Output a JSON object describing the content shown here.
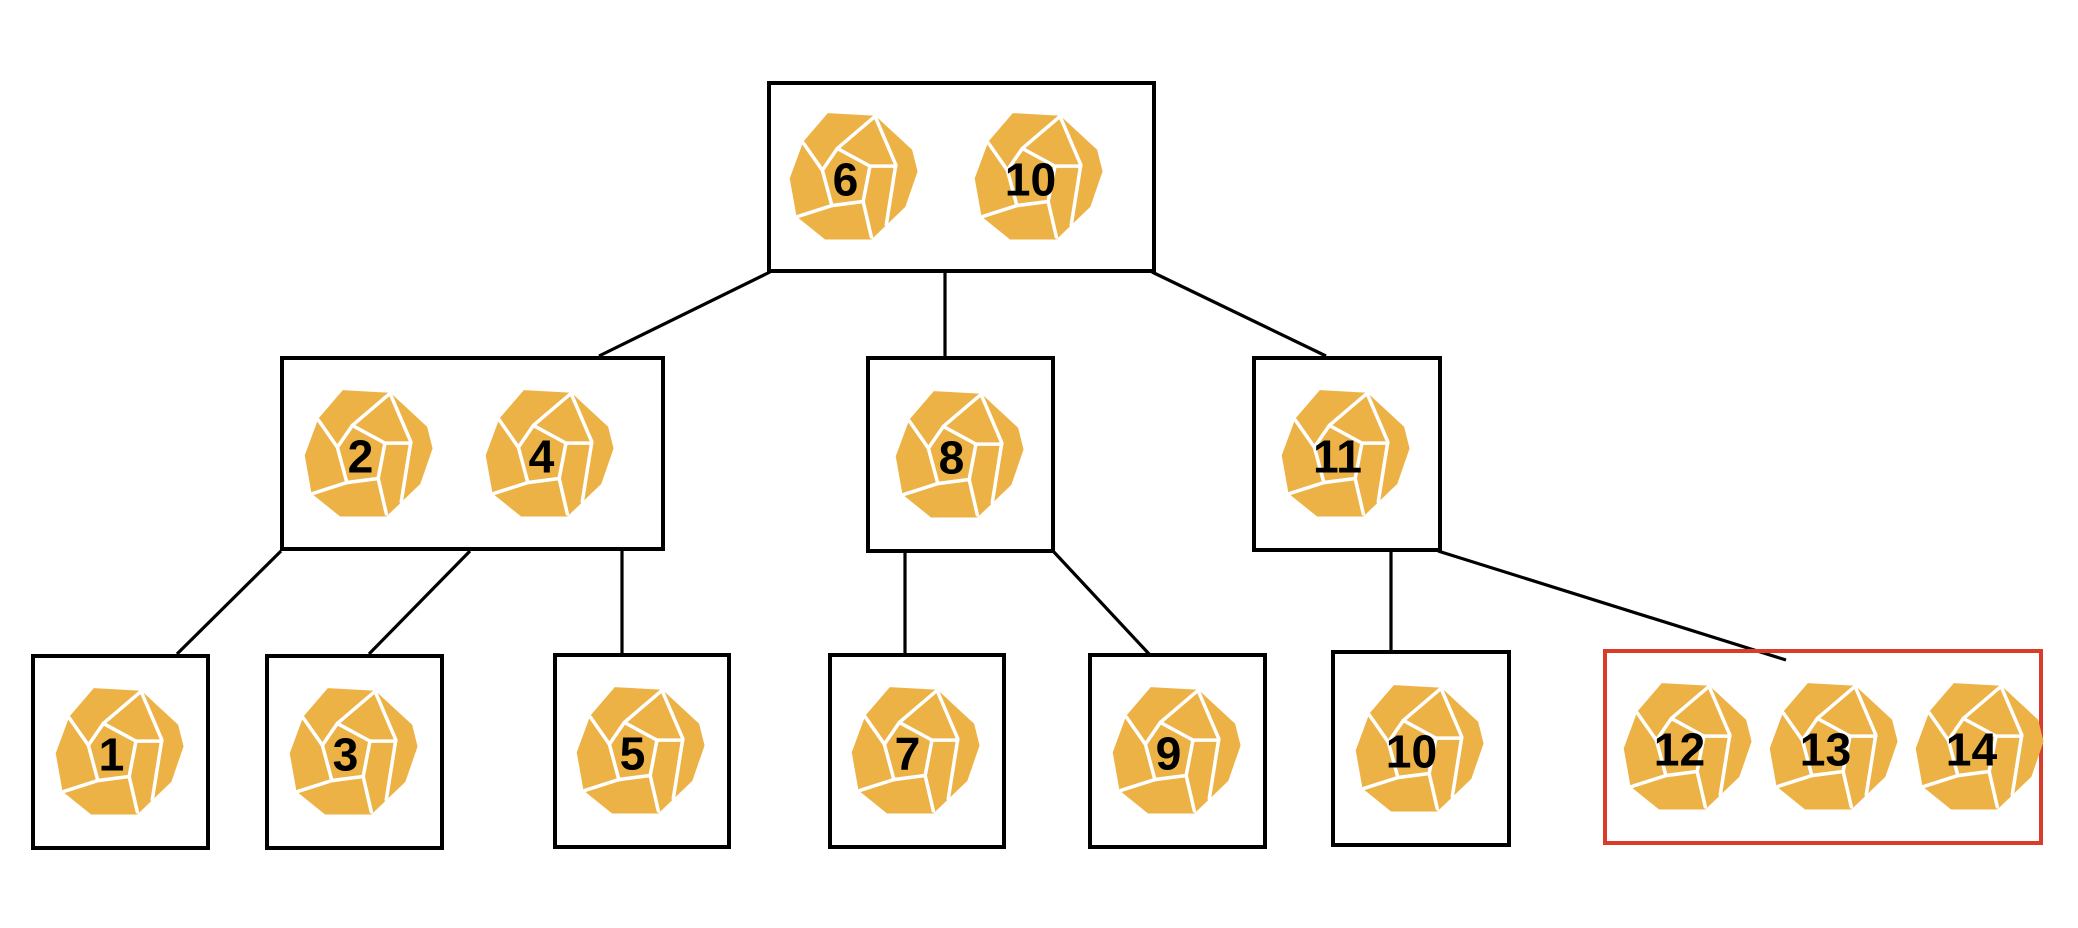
{
  "diagram": {
    "description": "2-3 tree of dodecahedral dice tokens with an overfull highlighted leaf",
    "nodes": {
      "root": {
        "keys": [
          "6",
          "10"
        ]
      },
      "internal": [
        {
          "id": "node-2-4",
          "keys": [
            "2",
            "4"
          ]
        },
        {
          "id": "node-8",
          "keys": [
            "8"
          ]
        },
        {
          "id": "node-11",
          "keys": [
            "11"
          ]
        }
      ],
      "leaves": [
        {
          "id": "leaf-1",
          "keys": [
            "1"
          ],
          "highlighted": false
        },
        {
          "id": "leaf-3",
          "keys": [
            "3"
          ],
          "highlighted": false
        },
        {
          "id": "leaf-5",
          "keys": [
            "5"
          ],
          "highlighted": false
        },
        {
          "id": "leaf-7",
          "keys": [
            "7"
          ],
          "highlighted": false
        },
        {
          "id": "leaf-9",
          "keys": [
            "9"
          ],
          "highlighted": false
        },
        {
          "id": "leaf-10",
          "keys": [
            "10"
          ],
          "highlighted": false
        },
        {
          "id": "leaf-12-13-14",
          "keys": [
            "12",
            "13",
            "14"
          ],
          "highlighted": true
        }
      ]
    },
    "colors": {
      "die_fill": "#ECB245",
      "die_edge": "#FFFFFF",
      "number": "#000000",
      "box_border": "#000000",
      "highlight_border": "#D93C2B",
      "connector": "#000000",
      "background": "#FFFFFF"
    }
  }
}
